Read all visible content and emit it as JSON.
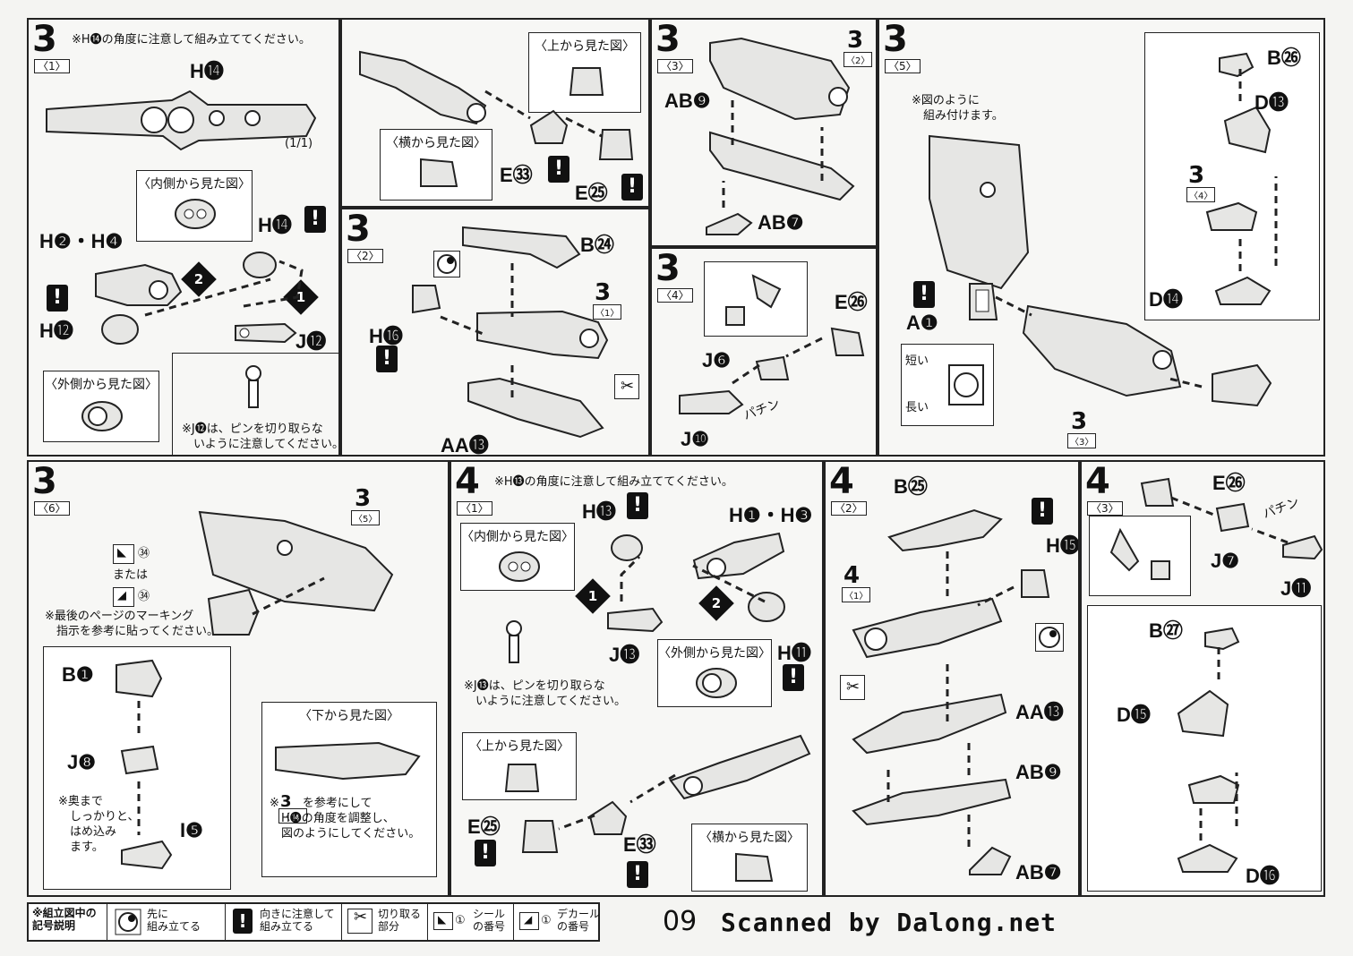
{
  "page_number": "09",
  "credit": "Scanned by Dalong.net",
  "panels": {
    "p3_1": {
      "step": "3",
      "sub": "〈1〉",
      "note": "※H⓮の角度に注意して組み立ててください。",
      "labels": {
        "h14_top": "H⓮",
        "count": "(1/1)",
        "h2h4": "H❷・H❹",
        "h12": "H⓬",
        "j12": "J⓬",
        "h14": "H⓮"
      },
      "view_inner": "〈内側から見た図〉",
      "view_outer": "〈外側から見た図〉",
      "note2": "※J⓬は、ピンを切り取らな\n　いように注意してください。"
    },
    "p3_1b": {
      "view_top": "〈上から見た図〉",
      "view_side": "〈横から見た図〉",
      "labels": {
        "e33": "E㉝",
        "e25": "E㉕"
      }
    },
    "p3_2": {
      "step": "3",
      "sub": "〈2〉",
      "labels": {
        "b24": "B㉔",
        "h16": "H⓰",
        "aa13": "AA⓭",
        "ref": "3",
        "refsub": "〈1〉"
      }
    },
    "p3_3": {
      "step": "3",
      "sub": "〈3〉",
      "labels": {
        "ab9": "AB❾",
        "ab7": "AB❼",
        "ref": "3",
        "refsub": "〈2〉"
      }
    },
    "p3_4": {
      "step": "3",
      "sub": "〈4〉",
      "labels": {
        "e26": "E㉖",
        "j6": "J❻",
        "j10": "J❿",
        "click": "パチン"
      }
    },
    "p3_5": {
      "step": "3",
      "sub": "〈5〉",
      "note": "※図のように\n　組み付けます。",
      "labels": {
        "a1": "A❶",
        "short": "短い",
        "long": "長い",
        "ref": "3",
        "refsub": "〈3〉",
        "b26": "B㉖",
        "d13": "D⓭",
        "d14": "D⓮",
        "ref2": "3",
        "refsub2": "〈4〉"
      }
    },
    "p3_6": {
      "step": "3",
      "sub": "〈6〉",
      "labels": {
        "seal": "㉞",
        "or": "または",
        "decal": "㉞",
        "ref": "3",
        "refsub": "〈5〉",
        "b1": "B❶",
        "j8": "J❽",
        "i5": "I❺"
      },
      "note": "※最後のページのマーキング\n　指示を参考に貼ってください。",
      "note_fit": "※奥まで\n　しっかりと、\n　はめ込み\n　ます。",
      "view_bottom": "〈下から見た図〉",
      "note_ref": "※　　を参考にして\n　H⓮の角度を調整し、\n　図のようにしてください。",
      "ref_small": "3",
      "ref_small_sub": "〈1〉"
    },
    "p4_1": {
      "step": "4",
      "sub": "〈1〉",
      "note": "※H⓭の角度に注意して組み立ててください。",
      "labels": {
        "h13": "H⓭",
        "h1h3": "H❶・H❸",
        "j13": "J⓭",
        "h11": "H⓫",
        "e25": "E㉕",
        "e33": "E㉝"
      },
      "view_inner": "〈内側から見た図〉",
      "view_outer": "〈外側から見た図〉",
      "view_top": "〈上から見た図〉",
      "view_side": "〈横から見た図〉",
      "note2": "※J⓭は、ピンを切り取らな\n　いように注意してください。"
    },
    "p4_2": {
      "step": "4",
      "sub": "〈2〉",
      "labels": {
        "b25": "B㉕",
        "h15": "H⓯",
        "aa13": "AA⓭",
        "ab9": "AB❾",
        "ab7": "AB❼",
        "ref": "4",
        "refsub": "〈1〉"
      }
    },
    "p4_3": {
      "step": "4",
      "sub": "〈3〉",
      "labels": {
        "e26": "E㉖",
        "j7": "J❼",
        "j11": "J⓫",
        "click": "パチン",
        "b27": "B㉗",
        "d15": "D⓯",
        "d16": "D⓰"
      }
    }
  },
  "legend": {
    "title": "※組立図中の\n記号説明",
    "items": [
      {
        "icon": "circle-icon",
        "text": "先に\n組み立てる"
      },
      {
        "icon": "exclamation-icon",
        "text": "向きに注意して\n組み立てる"
      },
      {
        "icon": "cutter-icon",
        "text": "切り取る\n部分"
      },
      {
        "icon": "seal-icon",
        "num": "①",
        "text": "シール\nの番号"
      },
      {
        "icon": "decal-icon",
        "num": "①",
        "text": "デカール\nの番号"
      }
    ]
  }
}
